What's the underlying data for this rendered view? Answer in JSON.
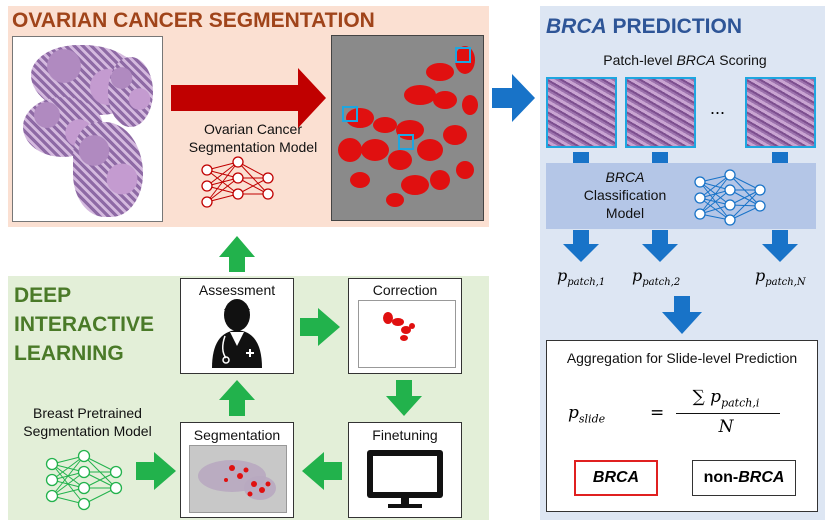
{
  "seg_panel": {
    "title": "OVARIAN CANCER SEGMENTATION",
    "model_label_line1": "Ovarian Cancer",
    "model_label_line2": "Segmentation Model"
  },
  "brca_panel": {
    "title_italic": "BRCA",
    "title_rest": " PREDICTION",
    "patch_scoring_pre": "Patch-level ",
    "patch_scoring_italic": "BRCA",
    "patch_scoring_post": " Scoring",
    "ellipsis": "...",
    "classifier_line1": "BRCA",
    "classifier_line2": "Classification",
    "classifier_line3": "Model",
    "p_patch_1": "p",
    "p_patch_1_sub": "patch,1",
    "p_patch_2": "p",
    "p_patch_2_sub": "patch,2",
    "p_patch_n": "p",
    "p_patch_n_sub": "patch,N",
    "aggregation_title": "Aggregation for Slide-level Prediction",
    "formula_lhs": "p",
    "formula_lhs_sub": "slide",
    "formula_eq": "=",
    "formula_num": "∑ p",
    "formula_num_sub": "patch,i",
    "formula_den": "N",
    "result_positive": "BRCA",
    "result_negative_pre": "non-",
    "result_negative_italic": "BRCA"
  },
  "dil_panel": {
    "title_line1": "DEEP",
    "title_line2": "INTERACTIVE",
    "title_line3": "LEARNING",
    "assessment": "Assessment",
    "correction": "Correction",
    "segmentation": "Segmentation",
    "finetuning": "Finetuning",
    "pretrained_line1": "Breast Pretrained",
    "pretrained_line2": "Segmentation Model"
  },
  "colors": {
    "seg_bg": "#fbe0d2",
    "brca_bg": "#dde6f3",
    "dil_bg": "#e3efd8",
    "dark_red_arrow": "#c00000",
    "blue_arrow": "#1873c8",
    "green_arrow": "#22b24c",
    "title_brown": "#a0441a",
    "title_blue": "#2e5597",
    "title_green": "#4a7a28"
  }
}
